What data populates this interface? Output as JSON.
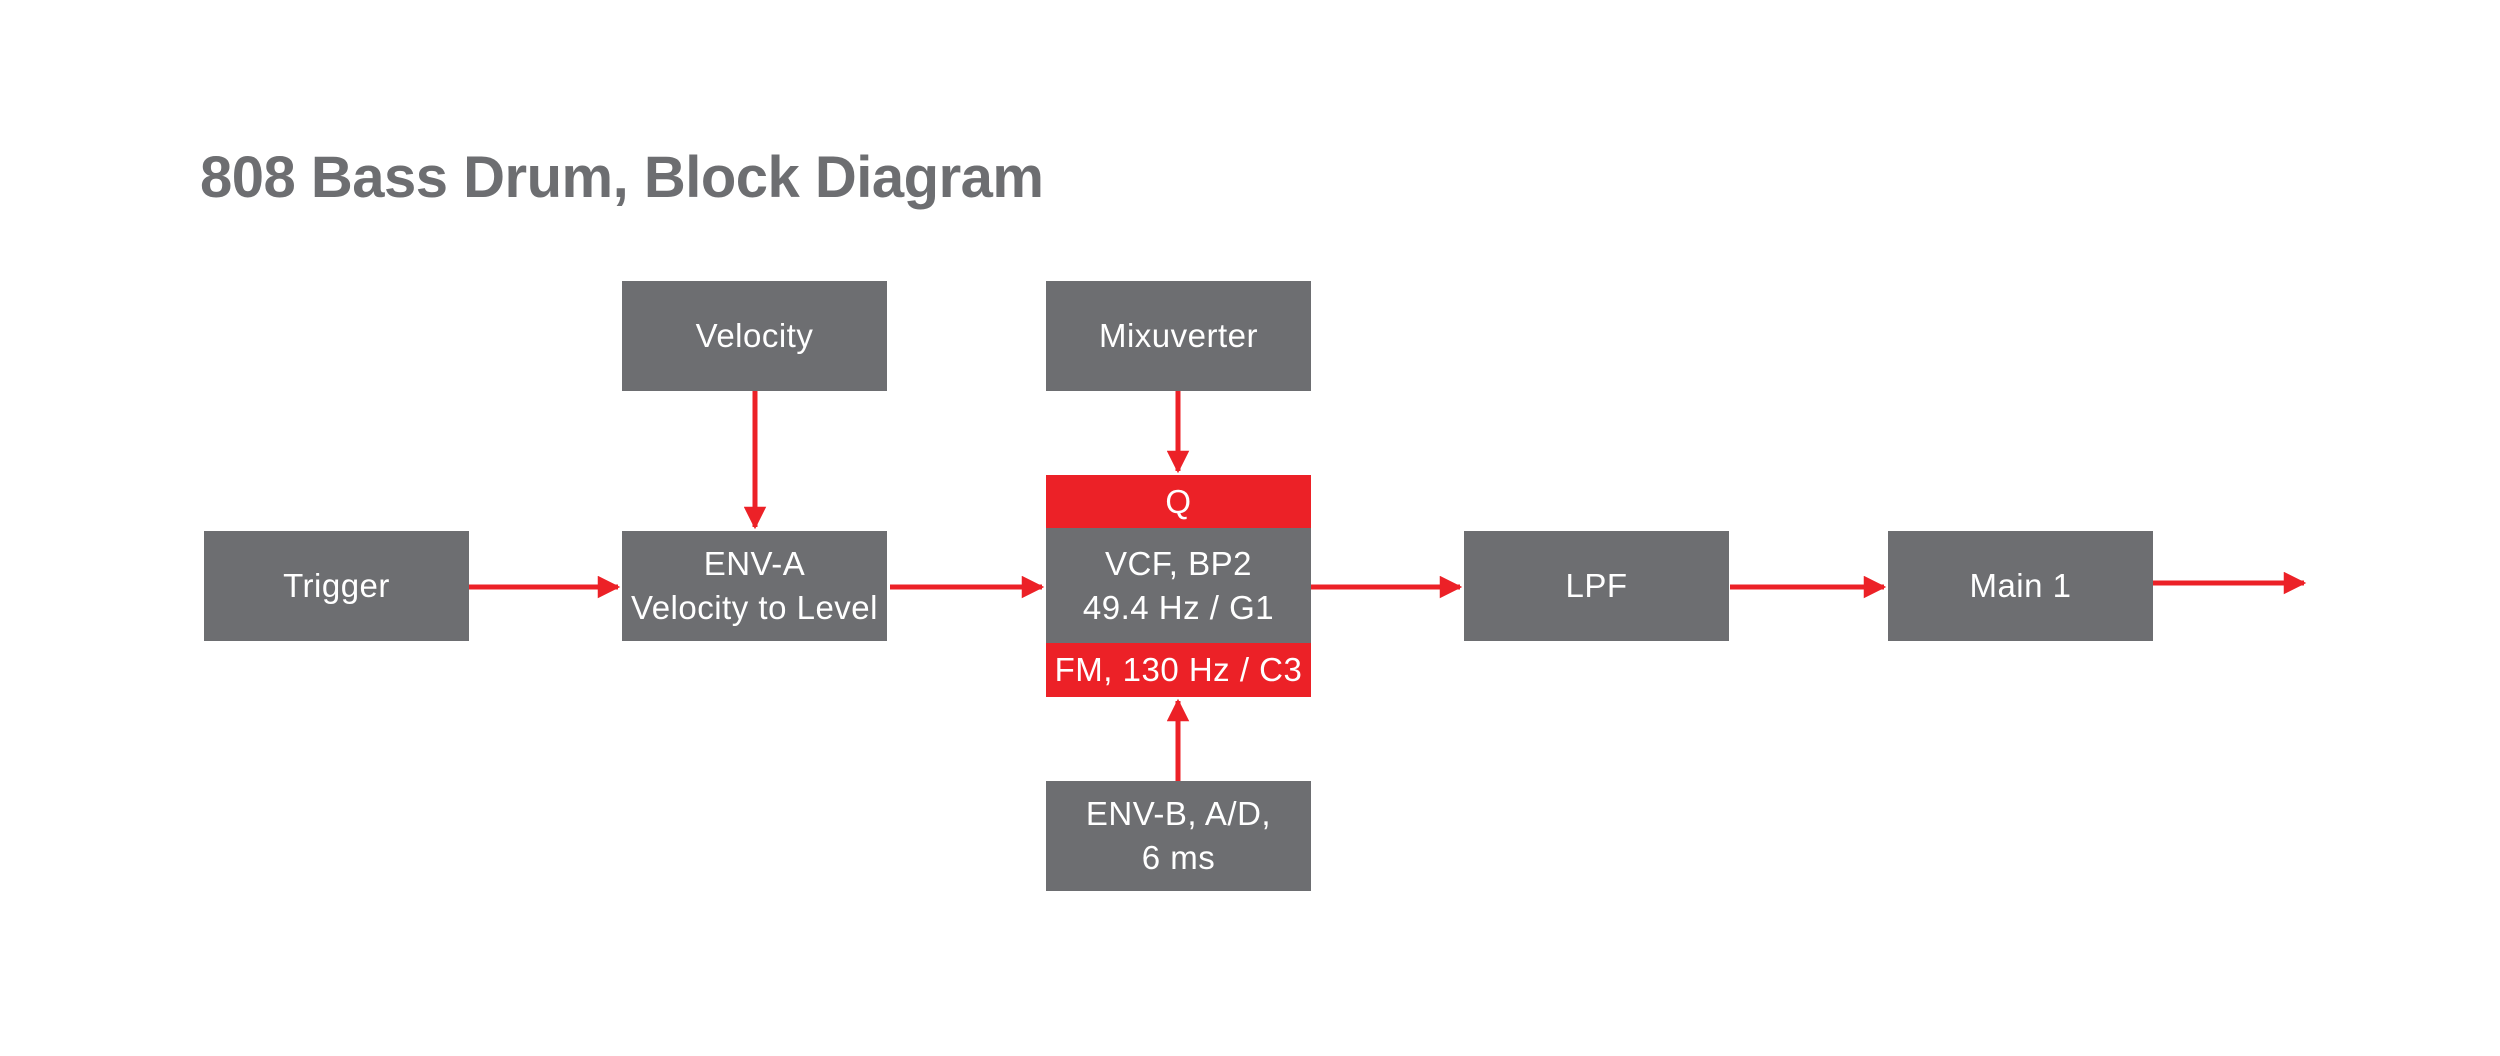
{
  "title": "808 Bass Drum, Block Diagram",
  "colors": {
    "background": "#ffffff",
    "box_gray": "#6d6e71",
    "accent_red": "#ec2127",
    "box_text": "#ffffff",
    "title_gray": "#6d6e71"
  },
  "nodes": {
    "trigger": {
      "label": "Trigger"
    },
    "velocity": {
      "label": "Velocity"
    },
    "env_a": {
      "lines": [
        "ENV-A",
        "Velocity to Level"
      ]
    },
    "mixuverter": {
      "label": "Mixuverter"
    },
    "vcf": {
      "q_band": "Q",
      "lines": [
        "VCF, BP2",
        "49.4 Hz / G1"
      ],
      "fm_band": "FM, 130 Hz / C3"
    },
    "lpf": {
      "label": "LPF"
    },
    "main_1": {
      "label": "Main 1"
    },
    "env_b": {
      "lines": [
        "ENV-B, A/D,",
        "6 ms"
      ]
    }
  },
  "edges": [
    {
      "from": "trigger",
      "to": "env_a"
    },
    {
      "from": "velocity",
      "to": "env_a"
    },
    {
      "from": "env_a",
      "to": "vcf"
    },
    {
      "from": "mixuverter",
      "to": "vcf_q_band"
    },
    {
      "from": "env_b",
      "to": "vcf_fm_band"
    },
    {
      "from": "vcf",
      "to": "lpf"
    },
    {
      "from": "lpf",
      "to": "main_1"
    },
    {
      "from": "main_1",
      "to": "output"
    }
  ]
}
